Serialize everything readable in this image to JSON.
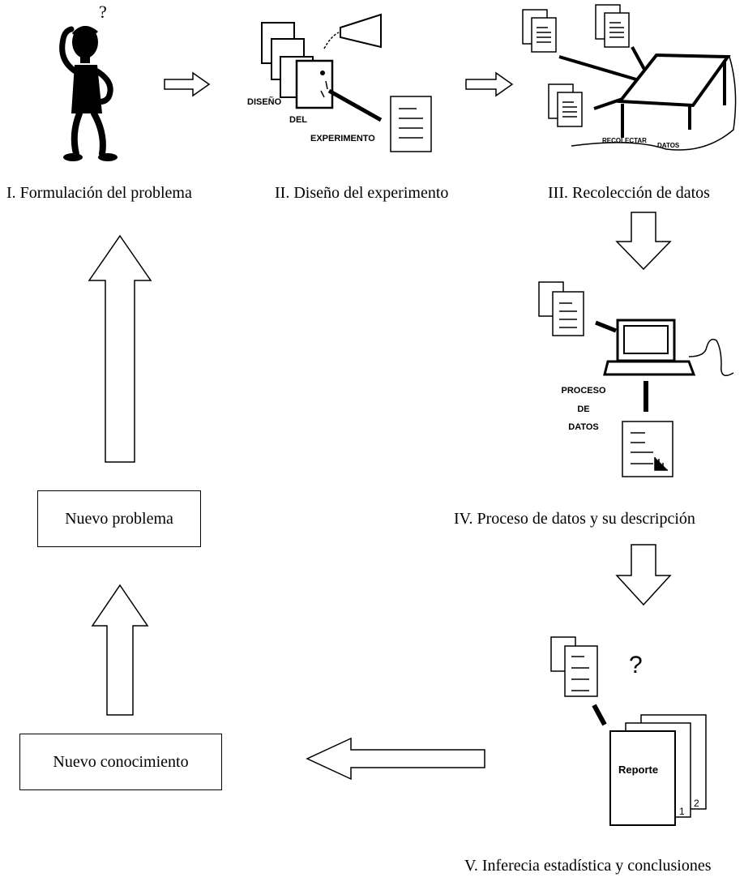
{
  "stages": [
    {
      "caption": "I. Formulación del problema"
    },
    {
      "caption": "II. Diseño del experimento",
      "icon_labels": [
        "DISEÑO",
        "DEL",
        "EXPERIMENTO"
      ]
    },
    {
      "caption": "III. Recolección de datos",
      "icon_labels": [
        "RECOLECTAR",
        "DATOS"
      ]
    },
    {
      "caption": "IV. Proceso de datos y su descripción",
      "icon_labels": [
        "PROCESO",
        "DE",
        "DATOS"
      ]
    },
    {
      "caption": "V. Inferecia estadística y conclusiones",
      "icon_labels": [
        "Reporte",
        "1",
        "2"
      ]
    }
  ],
  "boxes": {
    "nuevo_problema": "Nuevo problema",
    "nuevo_conocimiento": "Nuevo conocimiento"
  },
  "question_marks": [
    "?",
    "?"
  ]
}
